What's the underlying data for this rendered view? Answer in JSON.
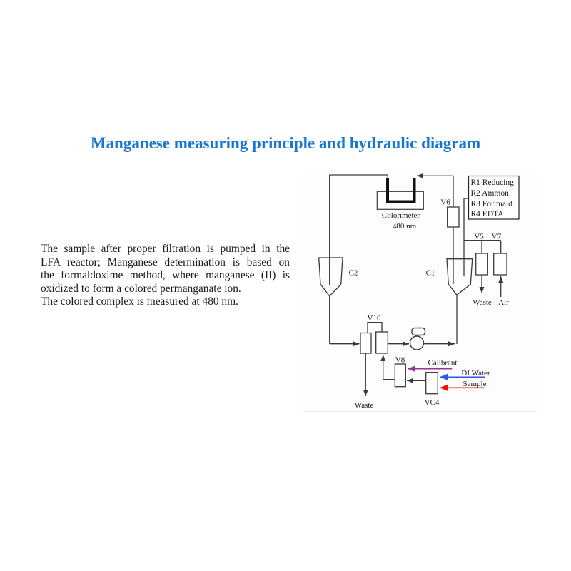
{
  "page": {
    "title": "Manganese measuring principle and hydraulic diagram",
    "title_color": "#1677d2",
    "body_lines": [
      "The sample after proper filtration is pumped in the",
      "LFA reactor; Manganese determination is based on",
      "the formaldoxime method, where manganese (II) is",
      "oxidized to form a colored permanganate ion.",
      "The colored complex is measured at 480 nm."
    ]
  },
  "diagram": {
    "labels": {
      "colorimeter": "Colorimeter",
      "wavelength": "480 nm",
      "v6": "V6",
      "v5": "V5",
      "v7": "V7",
      "v8": "V8",
      "v10": "V10",
      "vc4": "VC4",
      "c1": "C1",
      "c2": "C2",
      "waste_right": "Waste",
      "air": "Air",
      "waste_bottom": "Waste",
      "calibrant": "Calibrant",
      "di_water": "DI Water",
      "sample": "Sample"
    },
    "legend": {
      "items": [
        {
          "label": "R1 Reducing",
          "color": "#2222cc"
        },
        {
          "label": "R2 Ammon.",
          "color": "#bb22bb"
        },
        {
          "label": "R3 Forlmald.",
          "color": "#229966"
        },
        {
          "label": "R4 EDTA",
          "color": "#dd1111"
        }
      ]
    },
    "flow_colors": {
      "line": "#3a3a3a",
      "calibrant": "#993399",
      "di_water": "#3355e8",
      "sample": "#e81111"
    }
  }
}
